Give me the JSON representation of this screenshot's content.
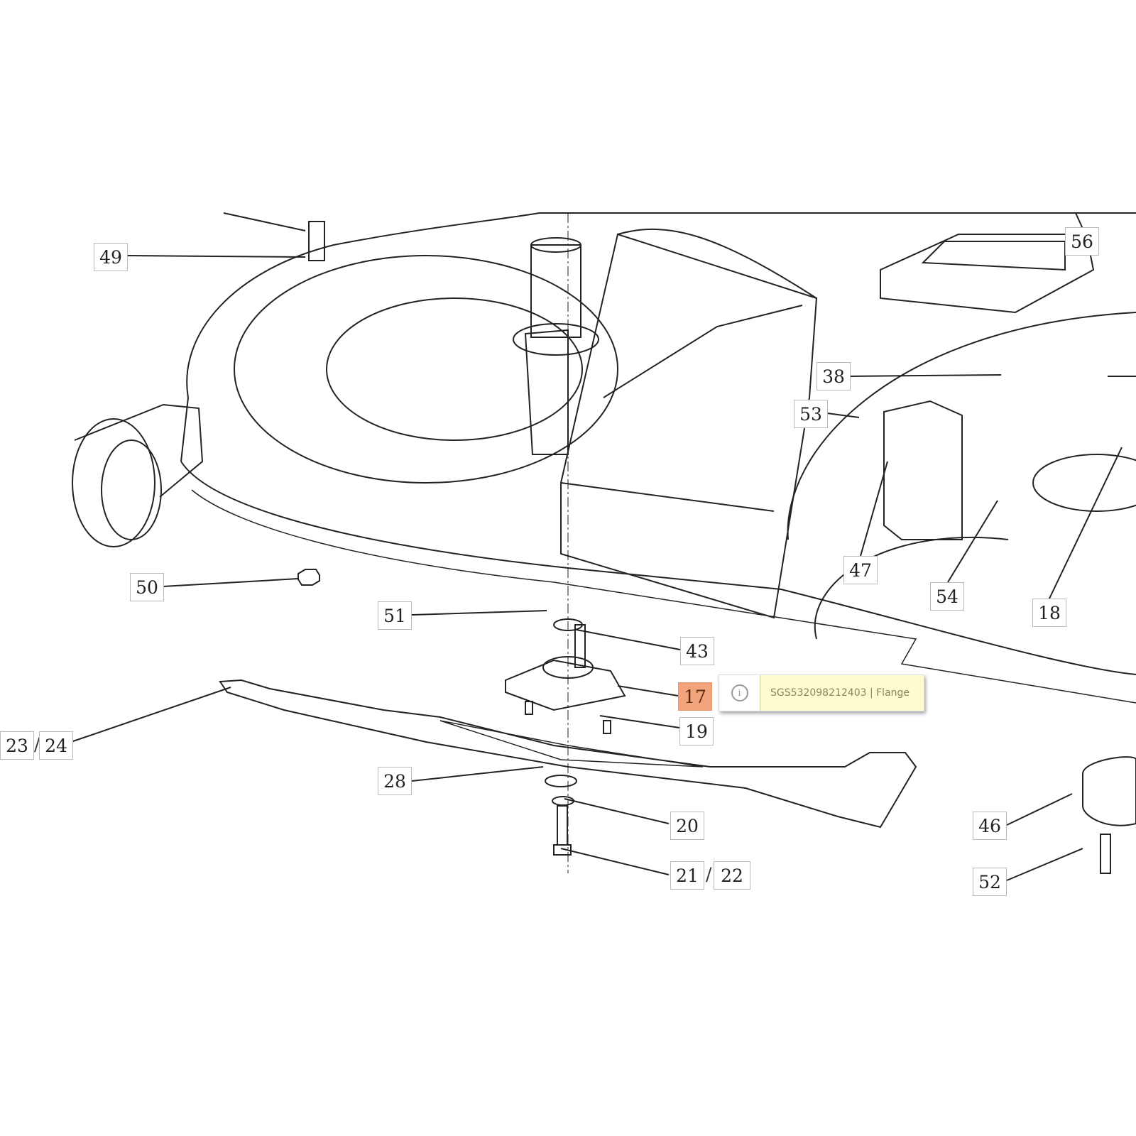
{
  "diagram": {
    "callouts": [
      "49",
      "56",
      "38",
      "53",
      "47",
      "54",
      "18",
      "50",
      "51",
      "43",
      "17",
      "19",
      "23",
      "24",
      "28",
      "20",
      "21",
      "22",
      "46",
      "52"
    ],
    "separator": "/",
    "active_callout": "17",
    "active_color": "#f2a57c"
  },
  "tooltip": {
    "icon": "info-icon",
    "icon_glyph": "i",
    "text": "SGS532098212403 | Flange",
    "background": "#fdfbcf"
  }
}
